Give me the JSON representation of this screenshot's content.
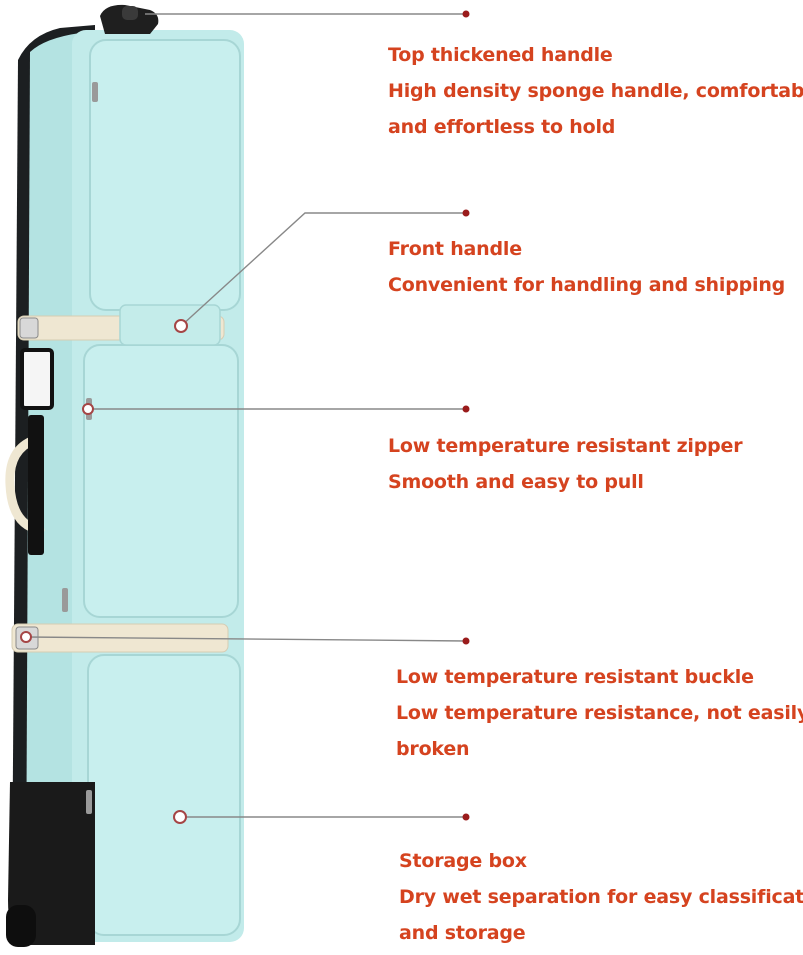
{
  "colors": {
    "annotation_text": "#d5431f",
    "leader_line": "#888888",
    "leader_dot": "#9a1b1b",
    "bag_body": "#bfe9e8",
    "bag_shade": "#a6d7d6",
    "strap": "#efe7d2",
    "trim": "#1a1a1a"
  },
  "features": [
    {
      "title": "Top thickened handle",
      "lines": [
        "High density sponge handle, comfortable",
        "and effortless to hold"
      ]
    },
    {
      "title": "Front handle",
      "lines": [
        "Convenient for handling and shipping"
      ]
    },
    {
      "title": "Low temperature resistant zipper",
      "lines": [
        "Smooth and easy to pull"
      ]
    },
    {
      "title": "Low temperature resistant buckle",
      "lines": [
        "Low temperature resistance, not easily",
        "broken"
      ]
    },
    {
      "title": "Storage box",
      "lines": [
        "Dry wet separation for easy classification",
        "and storage"
      ]
    }
  ]
}
